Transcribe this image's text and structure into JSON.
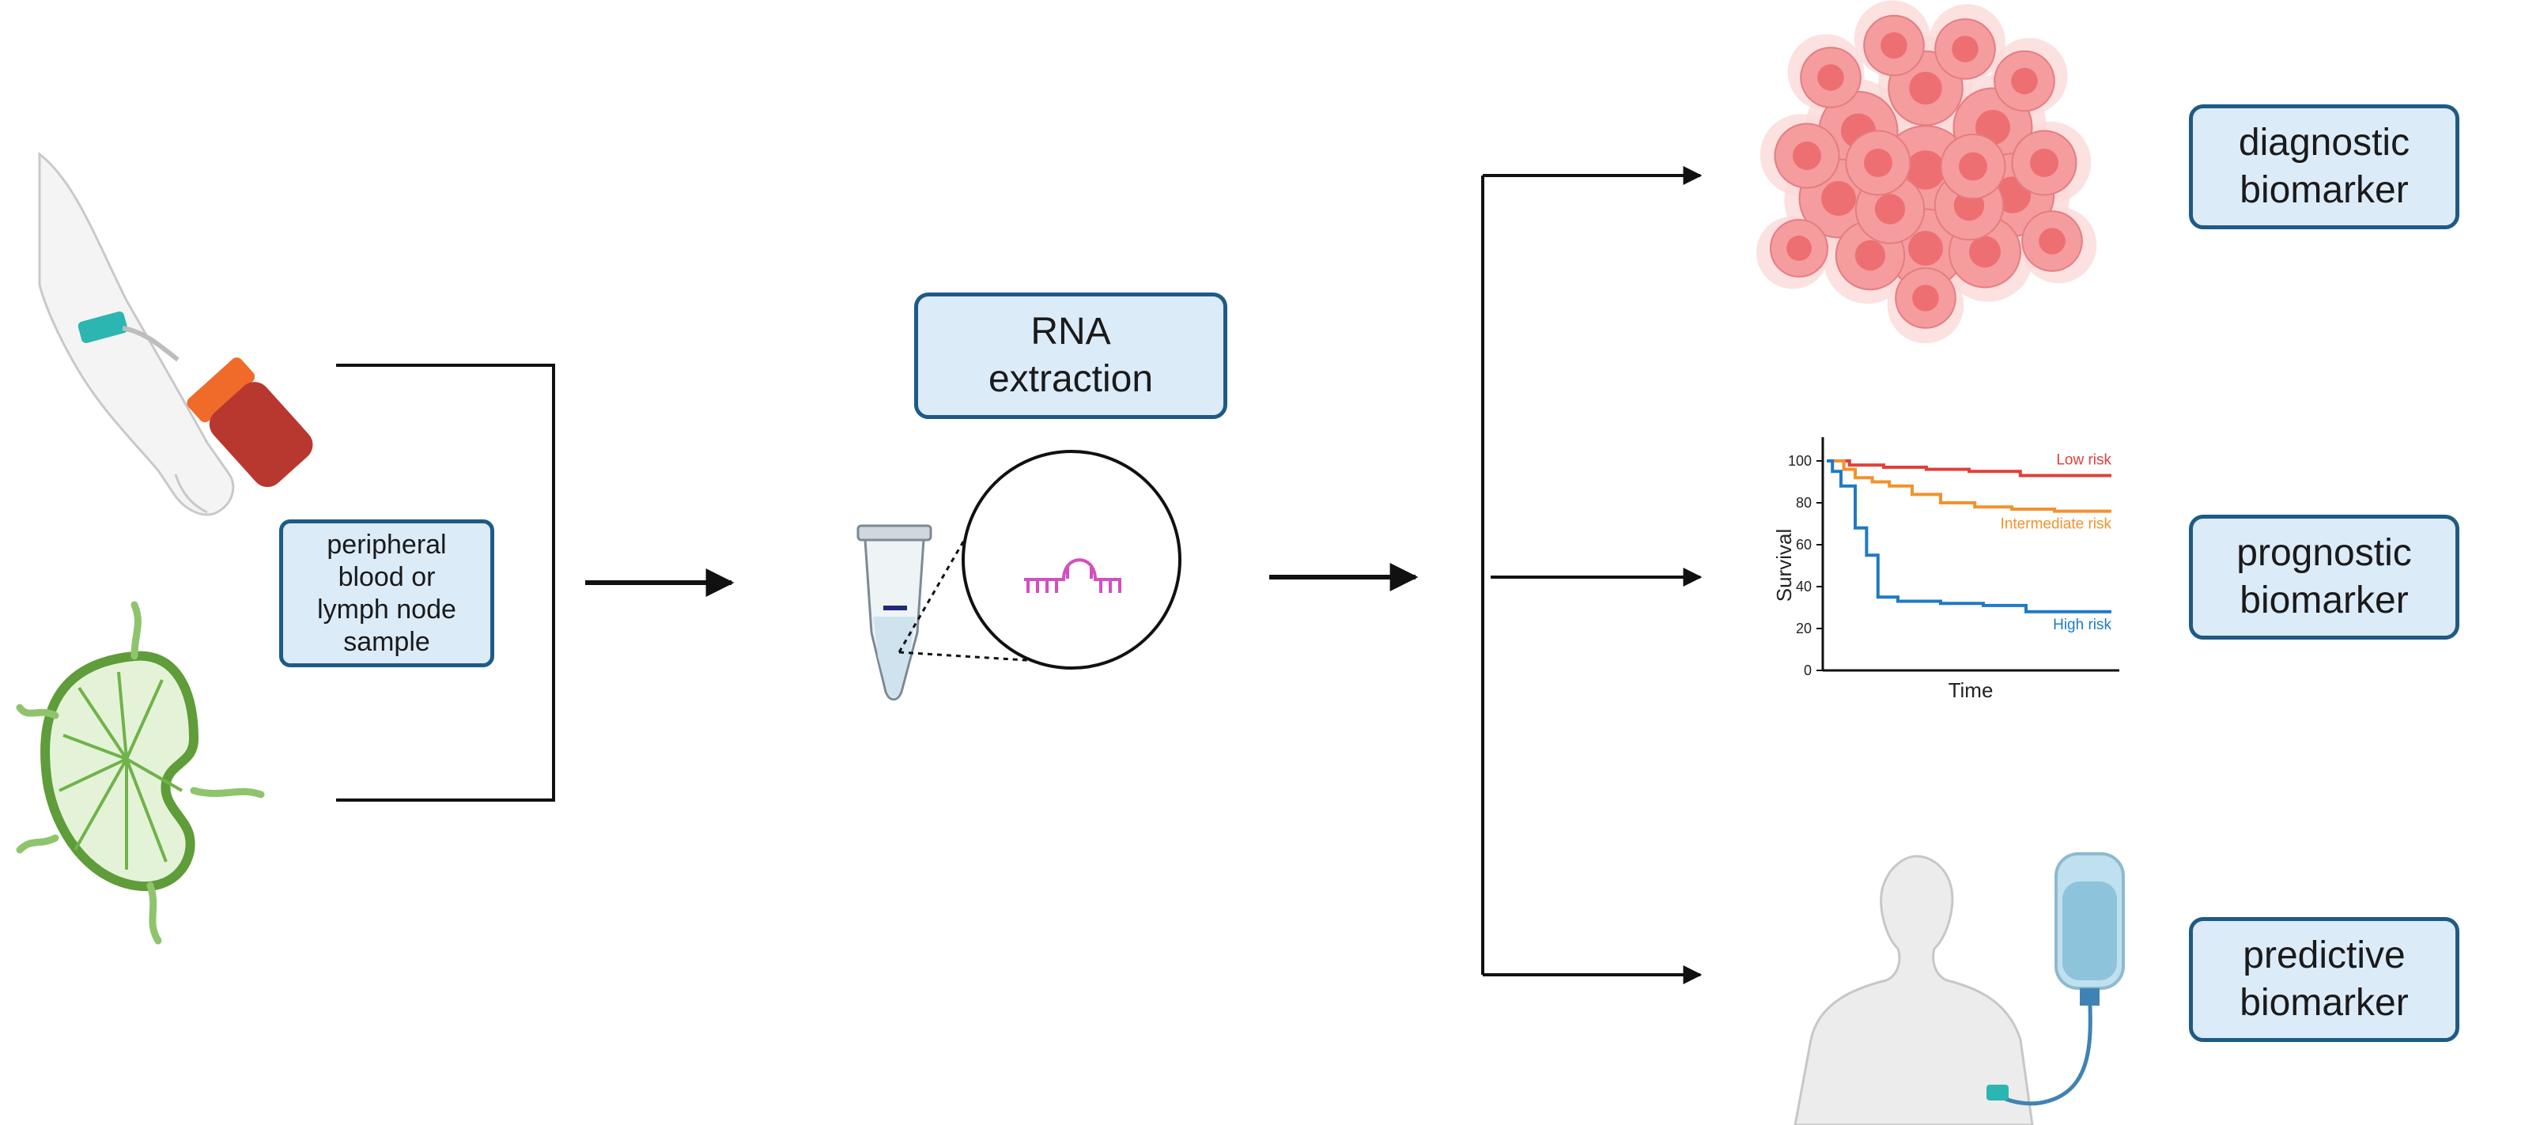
{
  "boxes": {
    "sample": "peripheral\nblood or\nlymph node\nsample",
    "rna": "RNA\nextraction",
    "diagnostic": "diagnostic\nbiomarker",
    "prognostic": "prognostic\nbiomarker",
    "predictive": "predictive\nbiomarker"
  },
  "colors": {
    "box_fill": "#dcebf8",
    "box_border": "#1e5a85",
    "low_risk": "#e0403a",
    "intermediate_risk": "#f2922d",
    "high_risk": "#1f7ac4",
    "tumor": "#ee6f72",
    "lymph_node": "#6fb34a",
    "rna": "#d24fc0"
  },
  "icons": [
    "arm-blood-draw-icon",
    "lymph-node-icon",
    "tube-icon",
    "rna-strand-icon",
    "tumor-cells-icon",
    "patient-iv-icon"
  ],
  "chart_data": {
    "type": "line",
    "xlabel": "Time",
    "ylabel": "Survival",
    "yticks": [
      0,
      20,
      40,
      60,
      80,
      100
    ],
    "ylim": [
      0,
      100
    ],
    "xlim": [
      0,
      100
    ],
    "series": [
      {
        "name": "Low risk",
        "color": "#e0403a",
        "x": [
          0,
          8,
          20,
          35,
          50,
          68,
          100
        ],
        "y": [
          100,
          98,
          97,
          96,
          95,
          93,
          93
        ]
      },
      {
        "name": "Intermediate risk",
        "color": "#f2922d",
        "x": [
          0,
          6,
          10,
          16,
          22,
          30,
          40,
          52,
          65,
          80,
          100
        ],
        "y": [
          100,
          96,
          92,
          90,
          88,
          84,
          80,
          78,
          77,
          76,
          76
        ]
      },
      {
        "name": "High risk",
        "color": "#1f7ac4",
        "x": [
          0,
          2,
          5,
          10,
          14,
          18,
          25,
          40,
          55,
          70,
          85,
          100
        ],
        "y": [
          100,
          95,
          88,
          68,
          55,
          35,
          33,
          32,
          31,
          28,
          28,
          28
        ]
      }
    ]
  }
}
